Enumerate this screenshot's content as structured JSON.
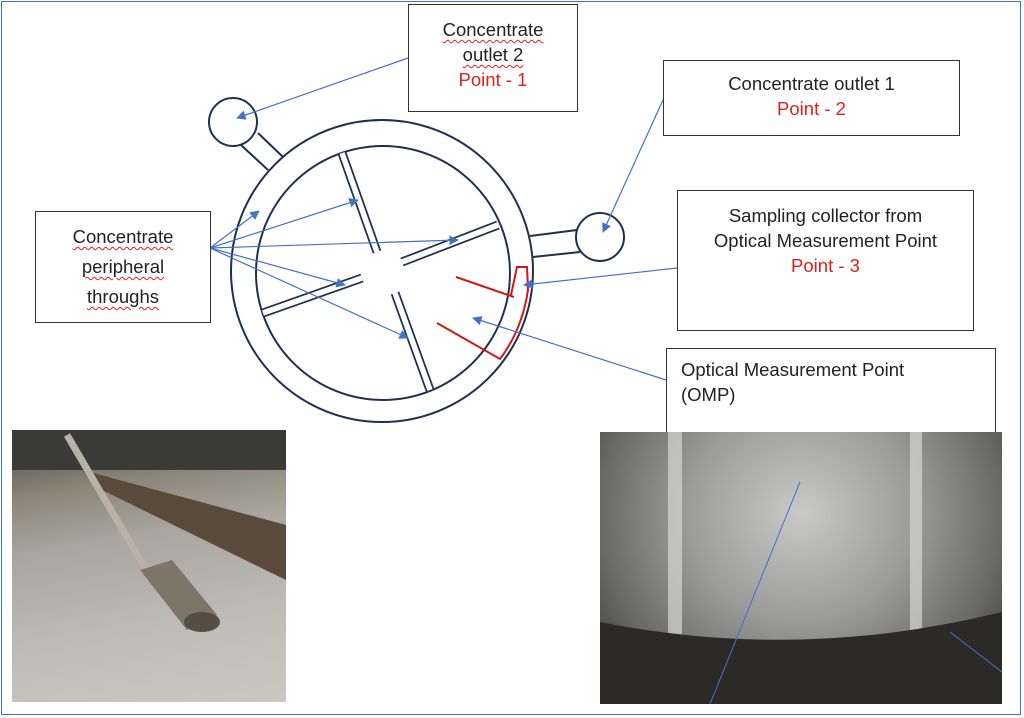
{
  "labels": {
    "outlet2": {
      "line1": "Concentrate",
      "line2": "outlet 2",
      "point": "Point - 1"
    },
    "outlet1": {
      "line1": "Concentrate outlet 1",
      "point": "Point - 2"
    },
    "sampling": {
      "line1": "Sampling collector from",
      "line2": "Optical Measurement Point",
      "point": "Point - 3"
    },
    "omp": {
      "line1": "Optical Measurement Point",
      "line2": "(OMP)"
    },
    "peripheral": {
      "line1": "Concentrate",
      "line2": "peripheral",
      "line3": "throughs"
    }
  },
  "colors": {
    "outline": "#1f3050",
    "arrow": "#4472c4",
    "highlight": "#d01818",
    "point_text": "#e0201a"
  }
}
